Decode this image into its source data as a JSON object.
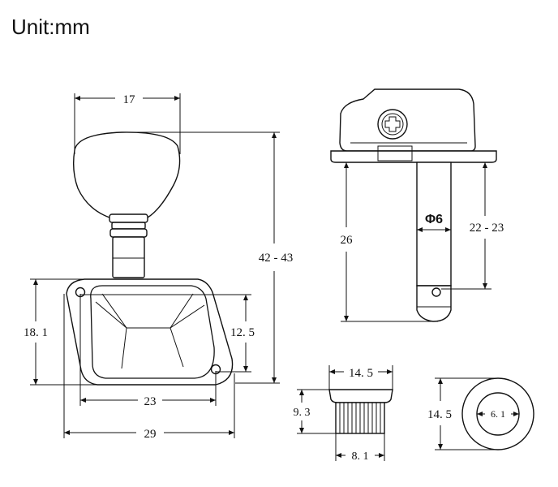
{
  "title": "Unit:mm",
  "dimensions": {
    "knob_width": "17",
    "total_height": "42 - 43",
    "plate_height": "18. 1",
    "hole_vertical": "12. 5",
    "hole_spacing": "23",
    "plate_width": "29",
    "post_length": "26",
    "post_diameter": "Φ6",
    "post_range": "22 - 23",
    "bushing_top": "14. 5",
    "bushing_height": "9. 3",
    "bushing_bottom": "8. 1",
    "washer_outer": "14. 5",
    "washer_inner": "6. 1"
  }
}
